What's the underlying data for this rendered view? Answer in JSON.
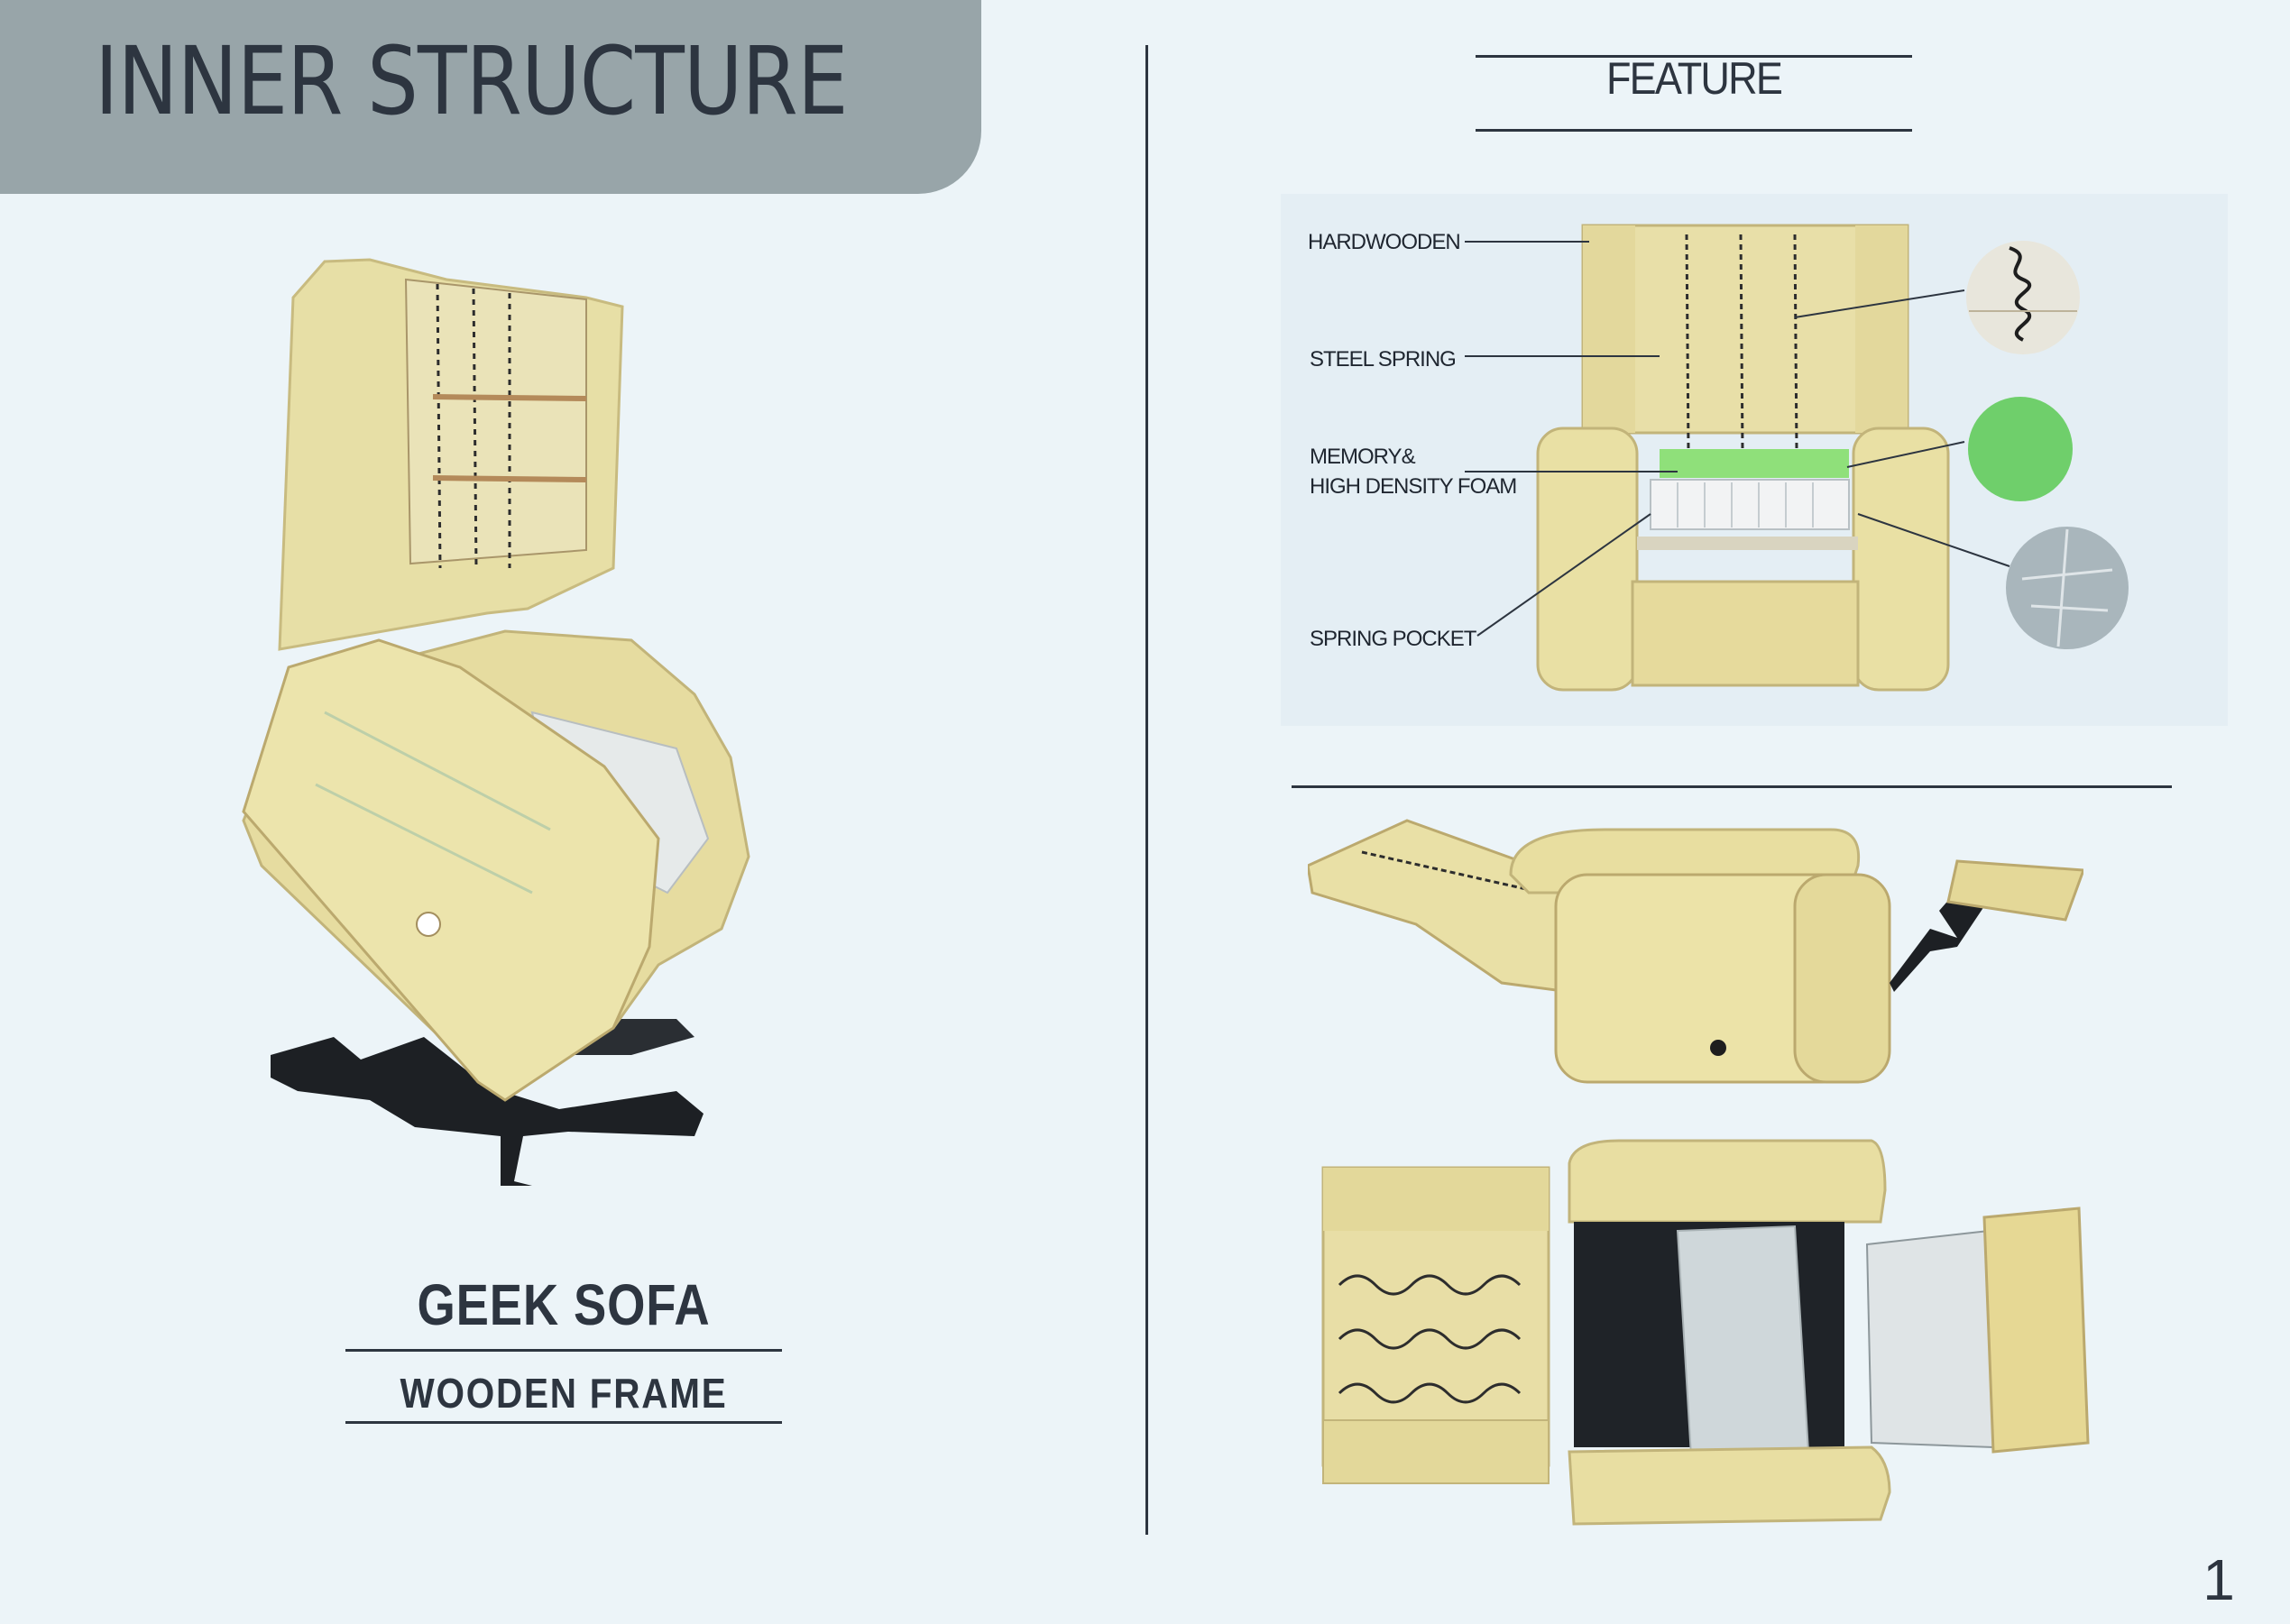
{
  "header": {
    "title": "INNER STRUCTURE"
  },
  "product": {
    "name": "GEEK SOFA",
    "subtitle": "WOODEN FRAME"
  },
  "feature": {
    "heading": "FEATURE",
    "callouts": {
      "hardwooden": "HARDWOODEN",
      "steel_spring": "STEEL SPRING",
      "foam_line1": "MEMORY&",
      "foam_line2": "HIGH DENSITY FOAM",
      "spring_pocket": "SPRING POCKET"
    },
    "swatch_colors": {
      "spring": "#e8e6dc",
      "foam": "#6fcf6b",
      "pocket": "#a9b6bc"
    }
  },
  "page": {
    "number": "1"
  },
  "colors": {
    "background": "#ecf4f8",
    "header_tab": "#98a5a9",
    "text": "#2d3540",
    "wood": "#e6dca0"
  }
}
